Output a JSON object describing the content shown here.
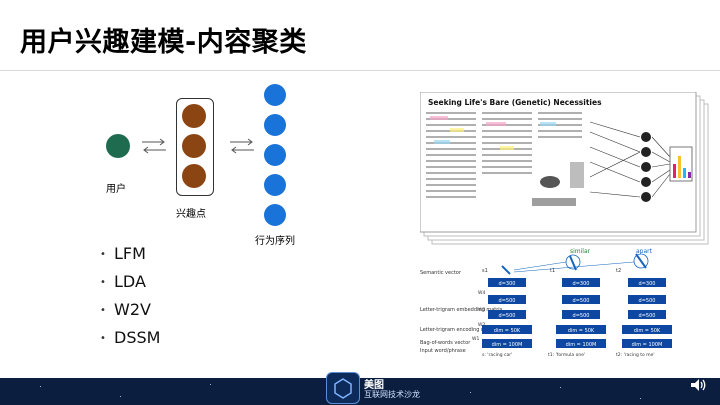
{
  "slide": {
    "title": "用户兴趣建模-内容聚类",
    "user_label": "用户",
    "interest_label": "兴趣点",
    "sequence_label": "行为序列",
    "bullets": [
      "LFM",
      "LDA",
      "W2V",
      "DSSM"
    ]
  },
  "paper_figure": {
    "headline": "Seeking Life's Bare (Genetic) Necessities"
  },
  "dssm_figure": {
    "row_labels": [
      "Semantic vector",
      "Letter-trigram embedding matrix",
      "Letter-trigram encoding matrix (fixed)",
      "Bag-of-words vector",
      "Input word/phrase"
    ],
    "tags": [
      "similar",
      "apart"
    ],
    "layer_values": [
      "d=300",
      "d=500",
      "d=500",
      "dim = 50K",
      "dim = 100M"
    ],
    "weight_labels": [
      "W4",
      "W3",
      "W2",
      "W1"
    ],
    "column_vectors": [
      "s1",
      "t1",
      "t2"
    ],
    "inputs": [
      "s: 'racing car'",
      "t1: 'formula one'",
      "t2: 'racing to me'"
    ]
  },
  "footer": {
    "brand": "美图",
    "subtitle": "互联网技术沙龙",
    "speaker_icon": "speaker-icon"
  },
  "colors": {
    "user_dot": "#1f6b50",
    "interest_dot": "#8b4513",
    "sequence_dot": "#1a73d9",
    "footer_bg": "#0b1e3f"
  }
}
